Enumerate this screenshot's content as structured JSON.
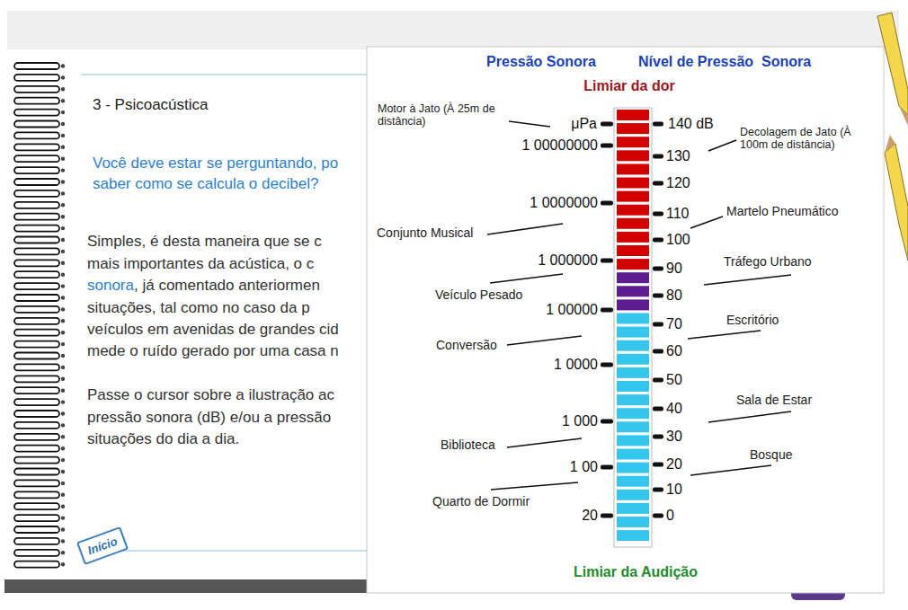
{
  "diagram": {
    "title": "3 - Psicoacústica",
    "nodes": [
      {
        "text": [
          "Início"
        ]
      }
    ],
    "labels": [
      "Você deve estar se perguntando, po",
      "saber como se calcula o decibel?",
      "Simples, é desta maneira que se c",
      "mais importantes da acústica, o c",
      "sonora",
      ", já comentado anteriormen",
      "situações, tal como no caso da p",
      "veículos em avenidas de grandes cid",
      "mede o ruído gerado por uma casa n",
      "Passe o cursor sobre a ilustração ac",
      "pressão sonora (dB) e/ou a pressão",
      "situações do dia a dia.",
      "Pressão Sonora",
      "Nível de Pressão  Sonora",
      "Limiar da dor",
      "μPa",
      "1 00000000",
      "1 0000000",
      "1 000000",
      "1 00000",
      "1 0000",
      "1 000",
      "1 00",
      "20",
      "140 dB",
      "130",
      "120",
      "110",
      "100",
      "90",
      "80",
      "70",
      "60",
      "50",
      "40",
      "30",
      "20",
      "10",
      "0",
      "Motor à Jato (À 25m de distância)",
      "Decolagem de Jato (À 100m de distância)",
      "Conjunto Musical",
      "Martelo Pneumático",
      "Tráfego Urbano",
      "Veículo Pesado",
      "Escritório",
      "Conversão",
      "Sala de Estar",
      "Biblioteca",
      "Bosque",
      "Quarto de Dormir",
      "Limiar da Audição"
    ]
  }
}
